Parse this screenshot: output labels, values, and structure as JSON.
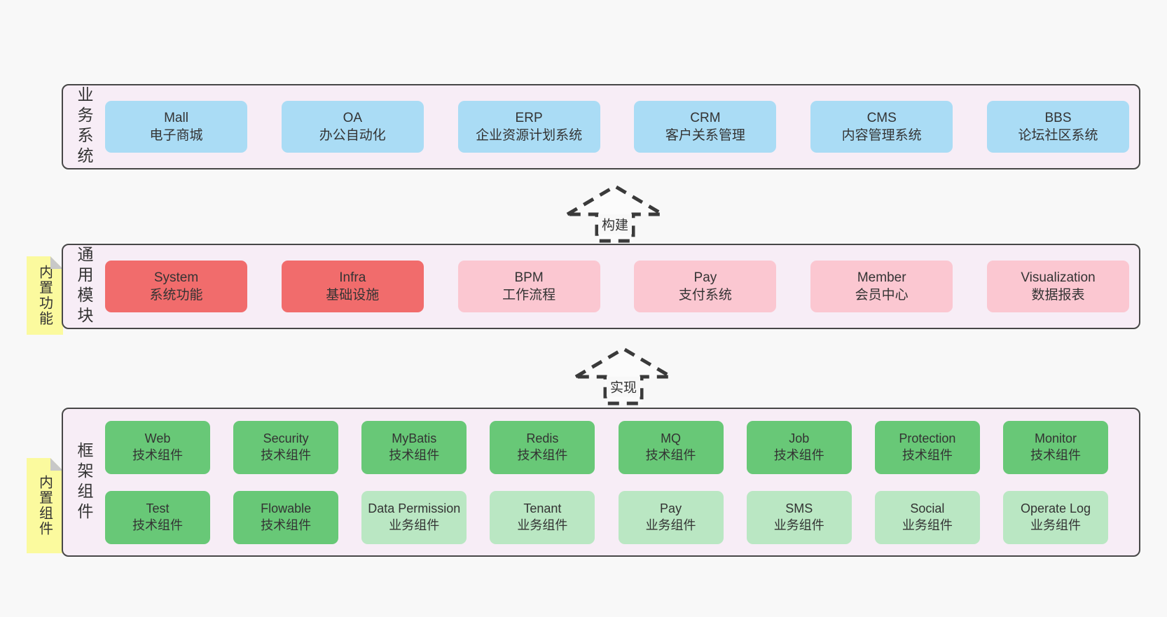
{
  "colors": {
    "page_bg": "#f8f8f8",
    "panel_bg": "#f7edf6",
    "panel_border": "#474747",
    "blue_box": "#aadcf5",
    "red_box": "#f16c6c",
    "pink_box": "#fbc7d1",
    "green_box": "#68c877",
    "light_green_box": "#bae7c3",
    "sticky_yellow": "#fbfa9e",
    "sticky_fold_gray": "#c8c8c8",
    "text": "#333333"
  },
  "arrows": [
    {
      "label": "构建"
    },
    {
      "label": "实现"
    }
  ],
  "business_layer": {
    "label": "业务系统",
    "boxes": [
      {
        "name": "Mall",
        "desc": "电子商城"
      },
      {
        "name": "OA",
        "desc": "办公自动化"
      },
      {
        "name": "ERP",
        "desc": "企业资源计划系统"
      },
      {
        "name": "CRM",
        "desc": "客户关系管理"
      },
      {
        "name": "CMS",
        "desc": "内容管理系统"
      },
      {
        "name": "BBS",
        "desc": "论坛社区系统"
      }
    ]
  },
  "module_layer": {
    "label": "通用模块",
    "sticky": "内置功能",
    "boxes": [
      {
        "name": "System",
        "desc": "系统功能"
      },
      {
        "name": "Infra",
        "desc": "基础设施"
      },
      {
        "name": "BPM",
        "desc": "工作流程"
      },
      {
        "name": "Pay",
        "desc": "支付系统"
      },
      {
        "name": "Member",
        "desc": "会员中心"
      },
      {
        "name": "Visualization",
        "desc": "数据报表"
      }
    ]
  },
  "framework_layer": {
    "label": "框架组件",
    "sticky": "内置组件",
    "row1": [
      {
        "name": "Web",
        "desc": "技术组件"
      },
      {
        "name": "Security",
        "desc": "技术组件"
      },
      {
        "name": "MyBatis",
        "desc": "技术组件"
      },
      {
        "name": "Redis",
        "desc": "技术组件"
      },
      {
        "name": "MQ",
        "desc": "技术组件"
      },
      {
        "name": "Job",
        "desc": "技术组件"
      },
      {
        "name": "Protection",
        "desc": "技术组件"
      },
      {
        "name": "Monitor",
        "desc": "技术组件"
      }
    ],
    "row2": [
      {
        "name": "Test",
        "desc": "技术组件"
      },
      {
        "name": "Flowable",
        "desc": "技术组件"
      },
      {
        "name": "Data Permission",
        "desc": "业务组件"
      },
      {
        "name": "Tenant",
        "desc": "业务组件"
      },
      {
        "name": "Pay",
        "desc": "业务组件"
      },
      {
        "name": "SMS",
        "desc": "业务组件"
      },
      {
        "name": "Social",
        "desc": "业务组件"
      },
      {
        "name": "Operate Log",
        "desc": "业务组件"
      }
    ]
  }
}
